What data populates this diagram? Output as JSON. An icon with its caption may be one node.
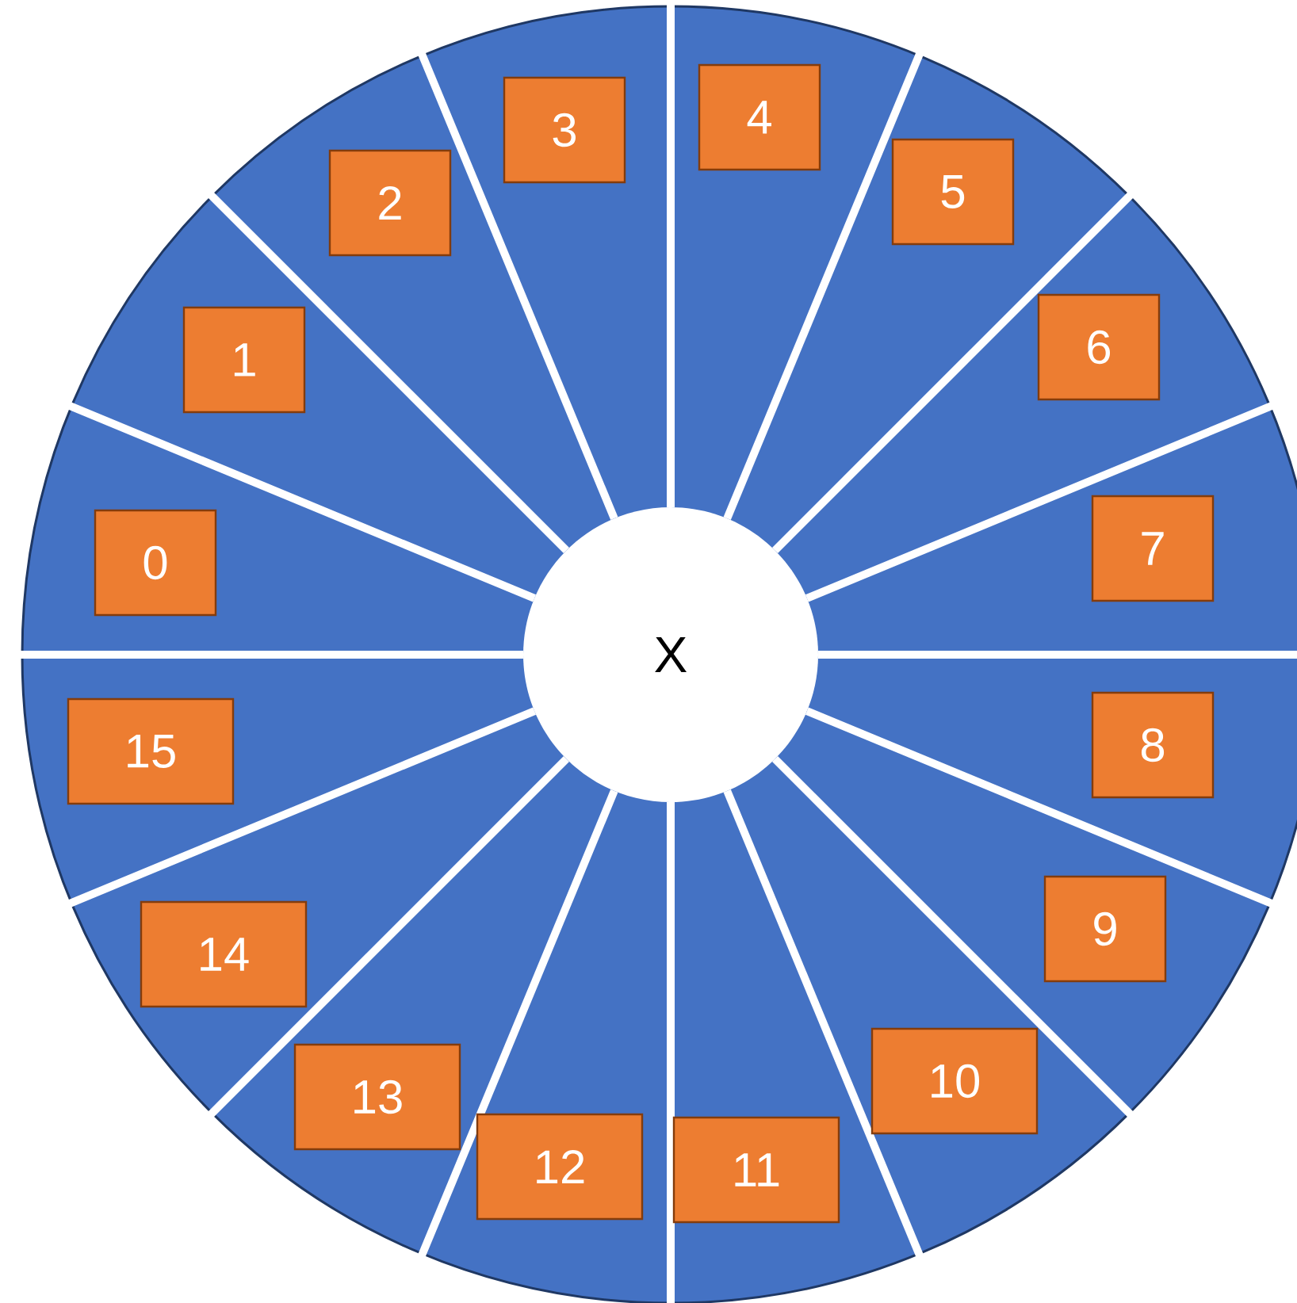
{
  "diagram": {
    "nodes": [
      {
        "text": [],
        "shape": "circle"
      },
      {
        "text": [
          "X"
        ],
        "in": 0
      },
      {
        "text": [
          "0"
        ],
        "in": 0
      },
      {
        "text": [
          "1"
        ],
        "in": 0
      },
      {
        "text": [
          "2"
        ],
        "in": 0
      },
      {
        "text": [
          "3"
        ],
        "in": 0
      },
      {
        "text": [
          "4"
        ],
        "in": 0
      },
      {
        "text": [
          "5"
        ],
        "in": 0
      },
      {
        "text": [
          "6"
        ],
        "in": 0
      },
      {
        "text": [
          "7"
        ],
        "in": 0
      },
      {
        "text": [
          "8"
        ],
        "in": 0
      },
      {
        "text": [
          "9"
        ],
        "in": 0
      },
      {
        "text": [
          "10"
        ],
        "in": 0
      },
      {
        "text": [
          "11"
        ],
        "in": 0
      },
      {
        "text": [
          "12"
        ],
        "in": 0
      },
      {
        "text": [
          "13"
        ],
        "in": 0
      },
      {
        "text": [
          "14"
        ],
        "in": 0
      },
      {
        "text": [
          "15"
        ],
        "in": 0
      }
    ]
  }
}
